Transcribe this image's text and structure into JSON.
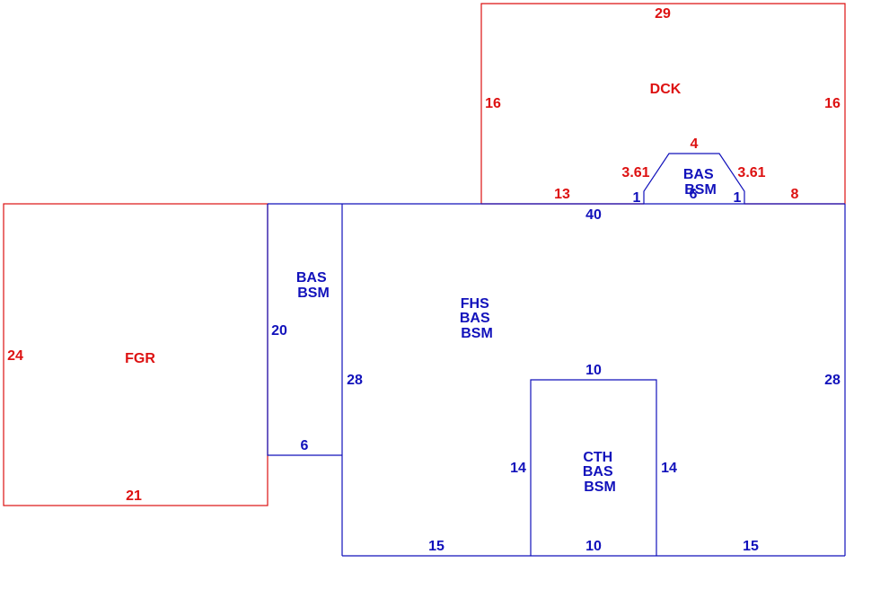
{
  "colors": {
    "red": "#dd1111",
    "blue": "#1111bb"
  },
  "areas": {
    "dck": {
      "lines": [
        "DCK"
      ],
      "color": "red"
    },
    "fgr": {
      "lines": [
        "FGR"
      ],
      "color": "red"
    },
    "bas_left": {
      "lines": [
        "BAS",
        "BSM"
      ],
      "color": "blue"
    },
    "fhs": {
      "lines": [
        "FHS",
        "BAS",
        "BSM"
      ],
      "color": "blue"
    },
    "cth": {
      "lines": [
        "CTH",
        "BAS",
        "BSM"
      ],
      "color": "blue"
    },
    "bay": {
      "lines": [
        "BAS",
        "BSM"
      ],
      "color": "blue"
    }
  },
  "dims": {
    "dck_top": "29",
    "dck_left": "16",
    "dck_right": "16",
    "dck_bottom_left": "13",
    "dck_bottom_right": "8",
    "bay_top": "4",
    "bay_left_diag": "3.61",
    "bay_right_diag": "3.61",
    "bay_left_side": "1",
    "bay_right_side": "1",
    "bay_base": "6",
    "main_top": "40",
    "main_left": "28",
    "main_right": "28",
    "main_bottom_left": "15",
    "main_bottom_right": "15",
    "cth_top": "10",
    "cth_left": "14",
    "cth_right": "14",
    "cth_bottom": "10",
    "bas_left_side": "20",
    "bas_bottom": "6",
    "fgr_left": "24",
    "fgr_bottom": "21"
  }
}
